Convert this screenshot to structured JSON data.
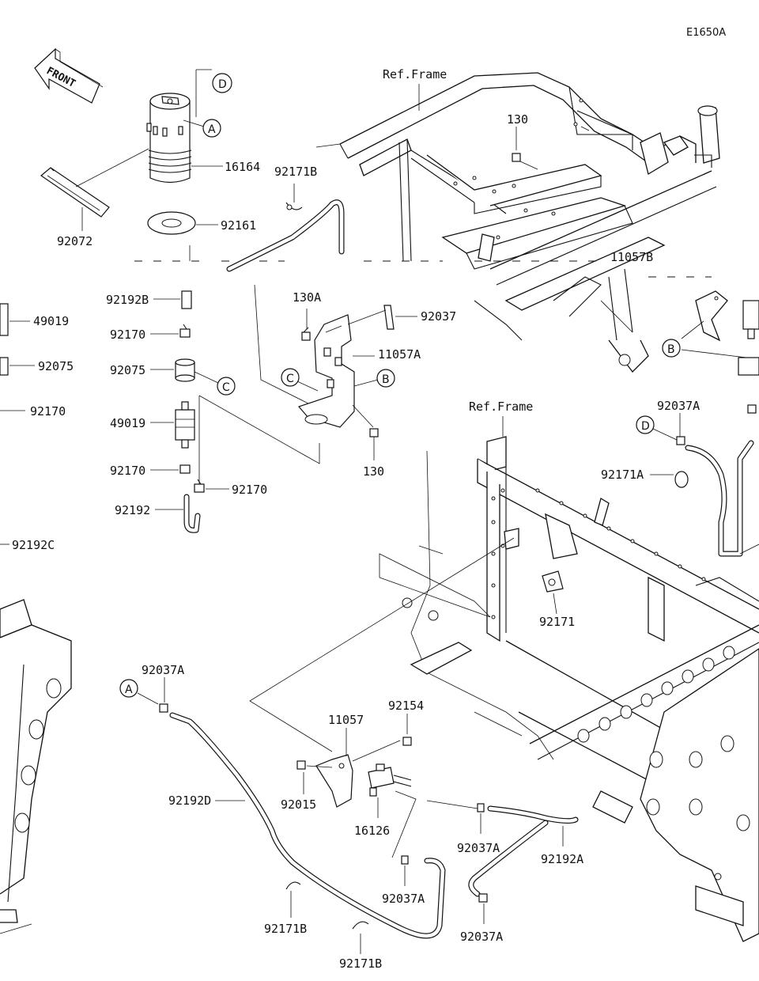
{
  "diagram_code": "E1650A",
  "front_label": "FRONT",
  "ref_frame_labels": [
    "Ref.Frame",
    "Ref.Frame"
  ],
  "callouts": [
    "A",
    "B",
    "C",
    "D"
  ],
  "parts": {
    "canister": "16164",
    "canister_strap": "92072",
    "canister_washer": "92161",
    "hose_92171B_top": "92171B",
    "hose_92192B": "92192B",
    "clamp_92170_a": "92170",
    "grommet_92075": "92075",
    "filter_49019": "49019",
    "clamp_92170_b": "92170",
    "hose_92192": "92192",
    "clamp_92170_c": "92170",
    "bolt_130A": "130A",
    "bracket_11057A": "11057A",
    "clip_92037": "92037",
    "bolt_130_lower": "130",
    "bolt_130_top": "130",
    "left_49019": "49019",
    "left_92075": "92075",
    "left_92170": "92170",
    "left_92192C": "92192C",
    "frame_11057B": "11057B",
    "clamp_92037A_right": "92037A",
    "clamp_92171A": "92171A",
    "clamp_92171": "92171",
    "clamp_92037A_left": "92037A",
    "hose_92192D": "92192D",
    "bracket_11057": "11057",
    "bolt_92154": "92154",
    "nut_92015": "92015",
    "valve_16126": "16126",
    "clamp_92037A_mid": "92037A",
    "hose_92192A": "92192A",
    "clamp_92037A_bottom_mid": "92037A",
    "clamp_92037A_bottom_right": "92037A",
    "clamp_92171B_bottom_a": "92171B",
    "clamp_92171B_bottom_b": "92171B"
  }
}
